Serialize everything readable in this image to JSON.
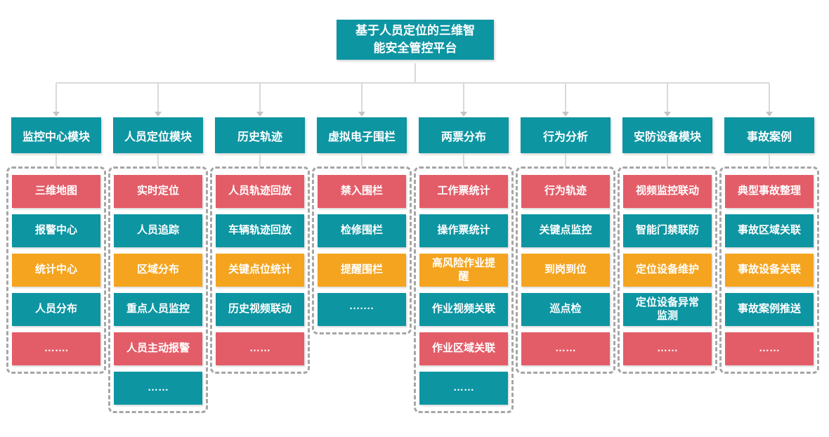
{
  "root": {
    "title": "基于人员定位的三维智\n能安全管控平台"
  },
  "colors": {
    "teal": "#0D95A2",
    "red": "#E35D68",
    "orange": "#F4A41F",
    "line": "#D9D9D9",
    "arrow": "#C4C4C4",
    "dash": "#A6A6A6",
    "text": "#FFFFFF"
  },
  "modules": [
    {
      "title": "监控中心模块",
      "items": [
        {
          "label": "三维地图",
          "color": "red"
        },
        {
          "label": "报警中心",
          "color": "teal"
        },
        {
          "label": "统计中心",
          "color": "orange"
        },
        {
          "label": "人员分布",
          "color": "teal"
        },
        {
          "label": "…….",
          "color": "red"
        }
      ]
    },
    {
      "title": "人员定位模块",
      "items": [
        {
          "label": "实时定位",
          "color": "red"
        },
        {
          "label": "人员追踪",
          "color": "teal"
        },
        {
          "label": "区域分布",
          "color": "orange"
        },
        {
          "label": "重点人员监控",
          "color": "teal"
        },
        {
          "label": "人员主动报警",
          "color": "red"
        },
        {
          "label": "……",
          "color": "teal"
        }
      ]
    },
    {
      "title": "历史轨迹",
      "items": [
        {
          "label": "人员轨迹回放",
          "color": "red"
        },
        {
          "label": "车辆轨迹回放",
          "color": "teal"
        },
        {
          "label": "关键点位统计",
          "color": "orange"
        },
        {
          "label": "历史视频联动",
          "color": "teal"
        },
        {
          "label": "……",
          "color": "red"
        }
      ]
    },
    {
      "title": "虚拟电子围栏",
      "items": [
        {
          "label": "禁入围栏",
          "color": "red"
        },
        {
          "label": "检修围栏",
          "color": "teal"
        },
        {
          "label": "提醒围栏",
          "color": "orange"
        },
        {
          "label": "·······",
          "color": "teal"
        }
      ]
    },
    {
      "title": "两票分布",
      "items": [
        {
          "label": "工作票统计",
          "color": "red"
        },
        {
          "label": "操作票统计",
          "color": "teal"
        },
        {
          "label": "高风险作业提\n醒",
          "color": "orange"
        },
        {
          "label": "作业视频关联",
          "color": "teal"
        },
        {
          "label": "作业区域关联",
          "color": "red"
        },
        {
          "label": "……",
          "color": "teal"
        }
      ]
    },
    {
      "title": "行为分析",
      "items": [
        {
          "label": "行为轨迹",
          "color": "red"
        },
        {
          "label": "关键点监控",
          "color": "teal"
        },
        {
          "label": "到岗到位",
          "color": "orange"
        },
        {
          "label": "巡点检",
          "color": "teal"
        },
        {
          "label": "……",
          "color": "red"
        }
      ]
    },
    {
      "title": "安防设备模块",
      "items": [
        {
          "label": "视频监控联动",
          "color": "red"
        },
        {
          "label": "智能门禁联防",
          "color": "teal"
        },
        {
          "label": "定位设备维护",
          "color": "orange"
        },
        {
          "label": "定位设备异常\n监测",
          "color": "teal"
        },
        {
          "label": "……",
          "color": "red"
        }
      ]
    },
    {
      "title": "事故案例",
      "items": [
        {
          "label": "典型事故整理",
          "color": "red"
        },
        {
          "label": "事故区域关联",
          "color": "teal"
        },
        {
          "label": "事故设备关联",
          "color": "orange"
        },
        {
          "label": "事故案例推送",
          "color": "teal"
        },
        {
          "label": "……",
          "color": "red"
        }
      ]
    }
  ]
}
